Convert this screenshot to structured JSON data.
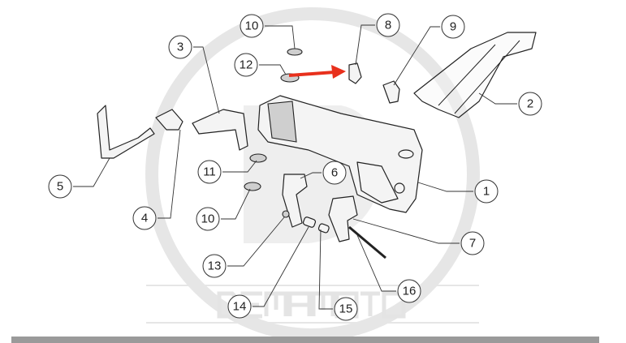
{
  "watermark": {
    "brand": "DEMAMOTO"
  },
  "callouts": [
    {
      "label": "10"
    },
    {
      "label": "8"
    },
    {
      "label": "9"
    },
    {
      "label": "3"
    },
    {
      "label": "12"
    },
    {
      "label": "2"
    },
    {
      "label": "5"
    },
    {
      "label": "11"
    },
    {
      "label": "6"
    },
    {
      "label": "1"
    },
    {
      "label": "4"
    },
    {
      "label": "10"
    },
    {
      "label": "7"
    },
    {
      "label": "13"
    },
    {
      "label": "16"
    },
    {
      "label": "14"
    },
    {
      "label": "15"
    }
  ],
  "colors": {
    "highlight_arrow": "#e8301c",
    "watermark": "#e6e6e6",
    "bottom_bar": "#9a9a9a"
  }
}
